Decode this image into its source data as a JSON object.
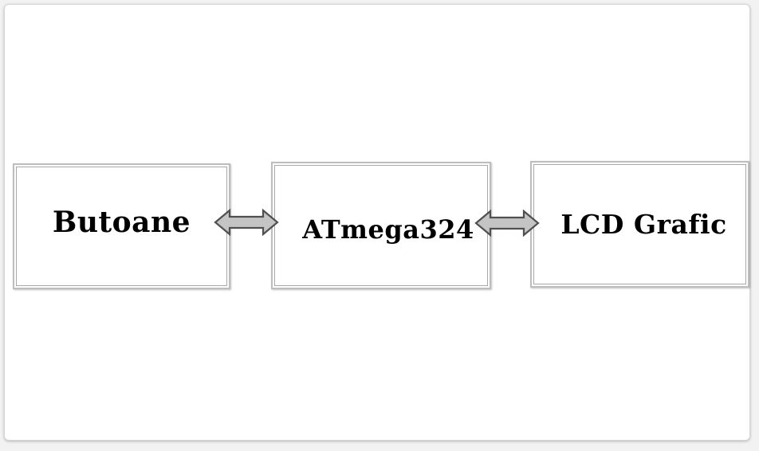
{
  "diagram": {
    "blocks": [
      {
        "label": "Butoane"
      },
      {
        "label": "ATmega324"
      },
      {
        "label": "LCD Grafic"
      }
    ],
    "connectors": [
      {
        "from": "Butoane",
        "to": "ATmega324",
        "type": "bidirectional"
      },
      {
        "from": "ATmega324",
        "to": "LCD Grafic",
        "type": "bidirectional"
      }
    ],
    "colors": {
      "block_border": "#bdbdbd",
      "arrow_fill": "#c4c4c4",
      "arrow_stroke": "#505050",
      "text": "#000000"
    }
  }
}
